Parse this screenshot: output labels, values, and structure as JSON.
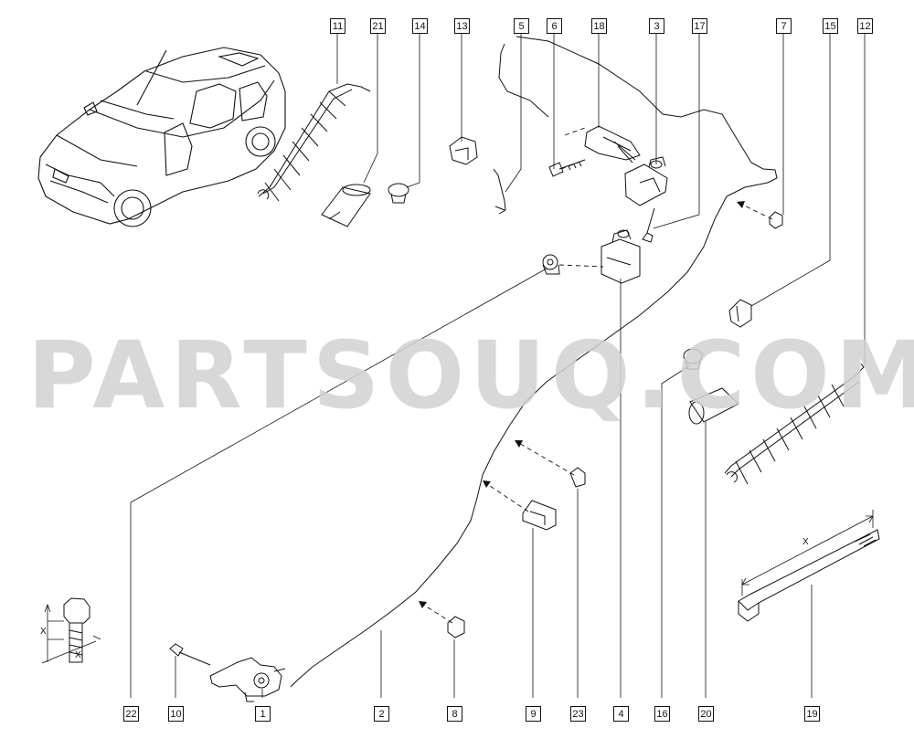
{
  "watermark": "PARTSOUQ.COM",
  "callouts": {
    "c11": "11",
    "c21": "21",
    "c14": "14",
    "c13": "13",
    "c5": "5",
    "c6": "6",
    "c18": "18",
    "c3": "3",
    "c17": "17",
    "c7": "7",
    "c15": "15",
    "c12": "12",
    "c22": "22",
    "c10": "10",
    "c1": "1",
    "c2": "2",
    "c8": "8",
    "c9": "9",
    "c23": "23",
    "c4": "4",
    "c16": "16",
    "c20": "20",
    "c19": "19"
  },
  "dimensions": {
    "bolt_x1": "X",
    "bolt_x2": "X",
    "strap_x": "X"
  }
}
